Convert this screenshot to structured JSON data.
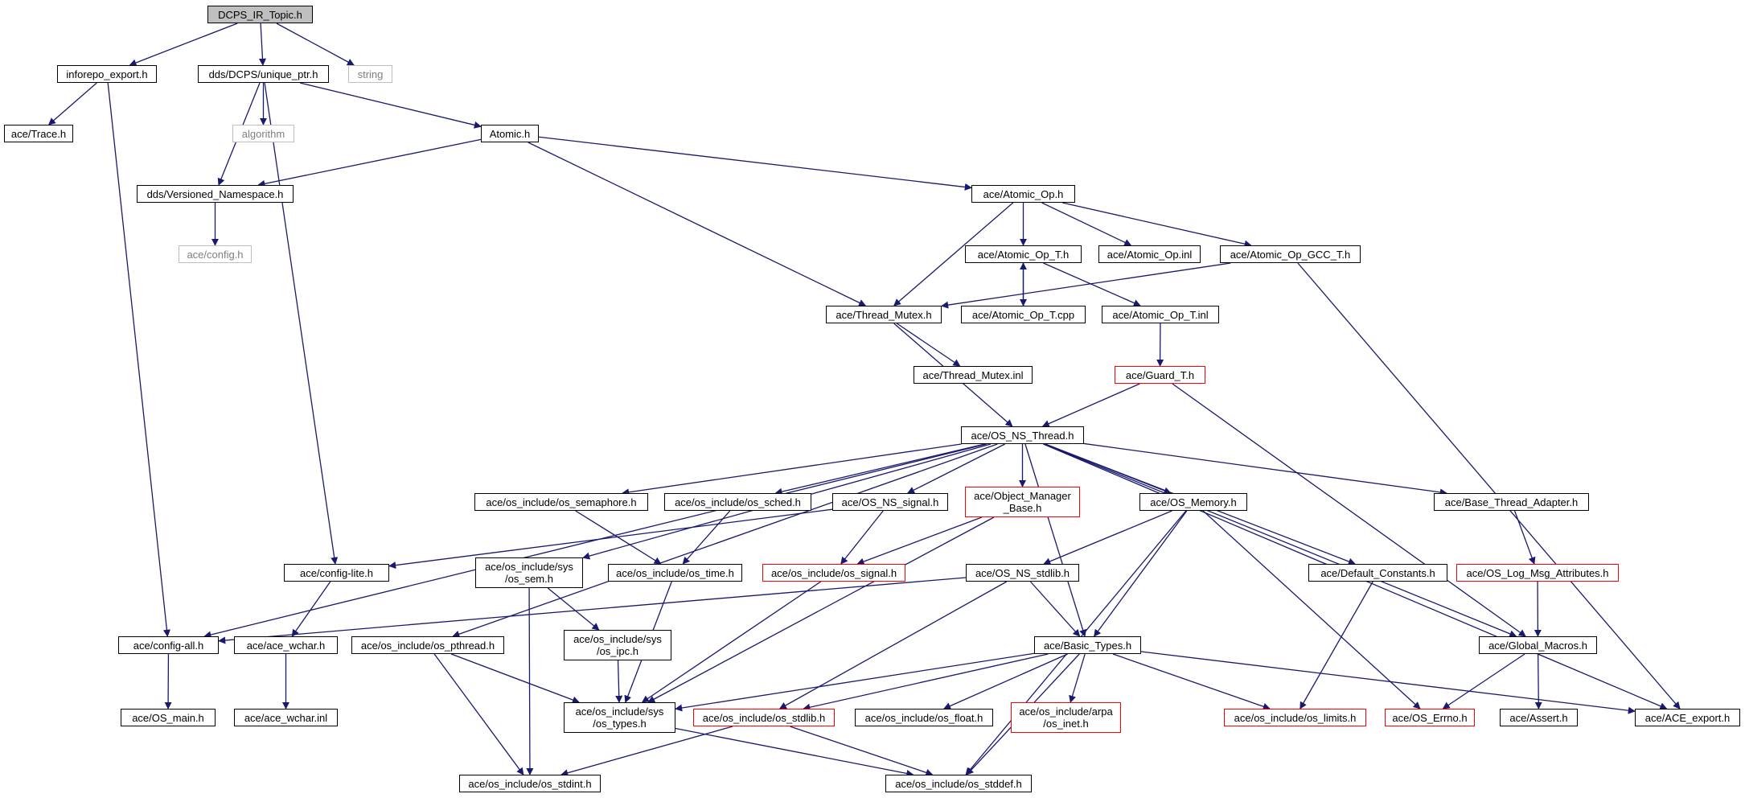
{
  "graph": {
    "edge_color": "#191970",
    "node_border_colors": {
      "normal": "#000000",
      "external": "#bfbfbf",
      "truncated": "#ff0000"
    },
    "root_fill": "#bfbfbf",
    "nodes": {
      "root": "DCPS_IR_Topic.h",
      "inforepo_export": "inforepo_export.h",
      "unique_ptr": "dds/DCPS/unique_ptr.h",
      "string": "string",
      "trace": "ace/Trace.h",
      "algorithm": "algorithm",
      "atomic": "Atomic.h",
      "versioned_ns": "dds/Versioned_Namespace.h",
      "atomic_op": "ace/Atomic_Op.h",
      "config": "ace/config.h",
      "atomic_op_t": "ace/Atomic_Op_T.h",
      "atomic_op_inl": "ace/Atomic_Op.inl",
      "atomic_op_gcc": "ace/Atomic_Op_GCC_T.h",
      "thread_mutex": "ace/Thread_Mutex.h",
      "atomic_op_t_cpp": "ace/Atomic_Op_T.cpp",
      "atomic_op_t_inl": "ace/Atomic_Op_T.inl",
      "thread_mutex_inl": "ace/Thread_Mutex.inl",
      "guard_t": "ace/Guard_T.h",
      "os_ns_thread": "ace/OS_NS_Thread.h",
      "os_semaphore": "ace/os_include/os_semaphore.h",
      "os_sched": "ace/os_include/os_sched.h",
      "os_ns_signal": "ace/OS_NS_signal.h",
      "object_manager_base": "ace/Object_Manager\n_Base.h",
      "os_memory": "ace/OS_Memory.h",
      "base_thread_adapter": "ace/Base_Thread_Adapter.h",
      "config_lite": "ace/config-lite.h",
      "sys_os_sem": "ace/os_include/sys\n/os_sem.h",
      "os_time": "ace/os_include/os_time.h",
      "os_signal": "ace/os_include/os_signal.h",
      "os_ns_stdlib": "ace/OS_NS_stdlib.h",
      "default_constants": "ace/Default_Constants.h",
      "os_log_msg_attributes": "ace/OS_Log_Msg_Attributes.h",
      "config_all": "ace/config-all.h",
      "ace_wchar": "ace/ace_wchar.h",
      "os_pthread": "ace/os_include/os_pthread.h",
      "sys_os_ipc": "ace/os_include/sys\n/os_ipc.h",
      "basic_types": "ace/Basic_Types.h",
      "global_macros": "ace/Global_Macros.h",
      "os_main": "ace/OS_main.h",
      "ace_wchar_inl": "ace/ace_wchar.inl",
      "sys_os_types": "ace/os_include/sys\n/os_types.h",
      "os_stdlib": "ace/os_include/os_stdlib.h",
      "os_float": "ace/os_include/os_float.h",
      "arpa_os_inet": "ace/os_include/arpa\n/os_inet.h",
      "os_limits": "ace/os_include/os_limits.h",
      "os_errno": "ace/OS_Errno.h",
      "assert": "ace/Assert.h",
      "ace_export": "ace/ACE_export.h",
      "os_stdint": "ace/os_include/os_stdint.h",
      "os_stddef": "ace/os_include/os_stddef.h"
    }
  }
}
